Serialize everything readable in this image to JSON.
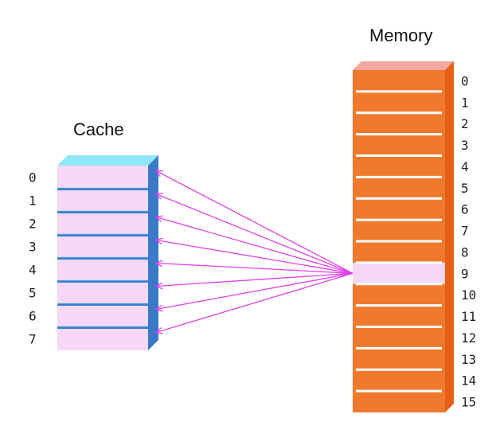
{
  "cache": {
    "title": "Cache",
    "line_labels": [
      "0",
      "1",
      "2",
      "3",
      "4",
      "5",
      "6",
      "7"
    ]
  },
  "memory": {
    "title": "Memory",
    "block_labels": [
      "0",
      "1",
      "2",
      "3",
      "4",
      "5",
      "6",
      "7",
      "8",
      "9",
      "10",
      "11",
      "12",
      "13",
      "14",
      "15"
    ],
    "highlighted_block": 9
  },
  "colors": {
    "cache_slot": "#f6d8f6",
    "cache_divider": "#3a7fd0",
    "cache_top": "#8ee6f6",
    "cache_side": "#3a78c8",
    "memory_body": "#ef7a2e",
    "memory_top": "#f2a9a0",
    "memory_side": "#e65f14",
    "memory_highlight": "#f6d8f6",
    "arrow": "#e040e8"
  }
}
